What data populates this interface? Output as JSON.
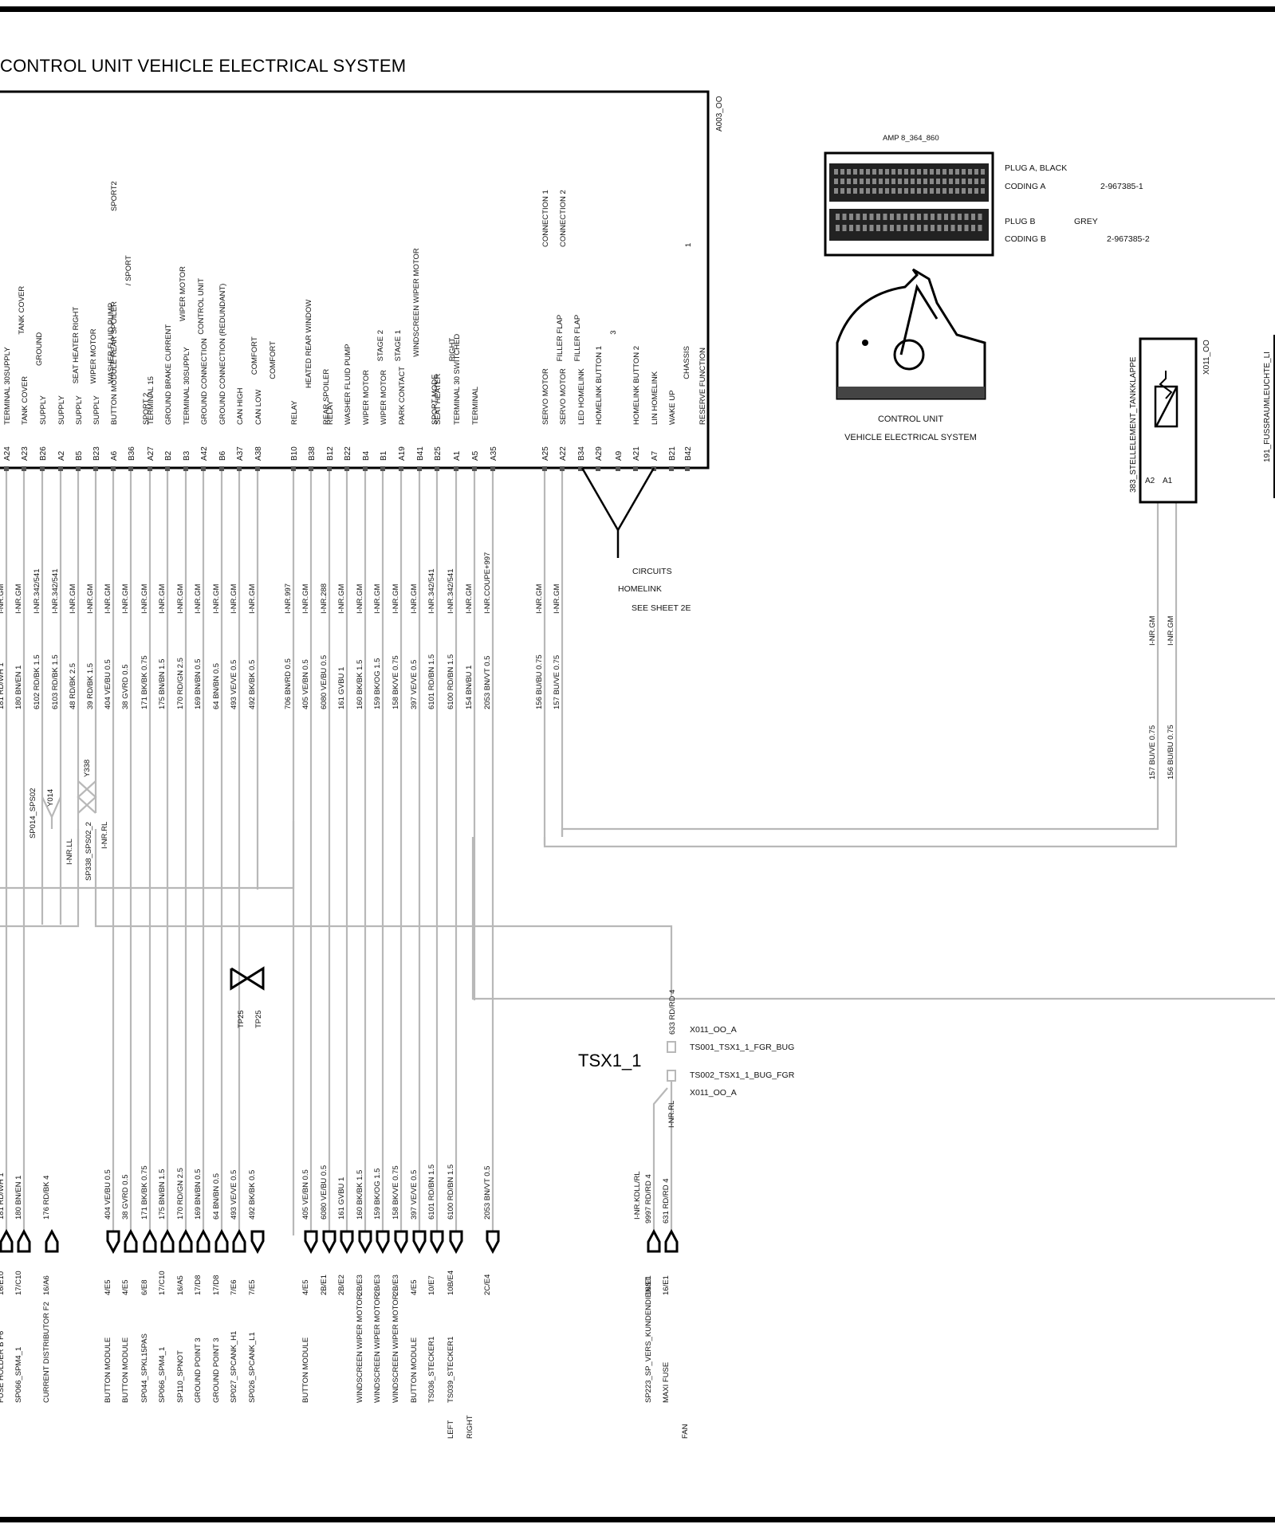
{
  "title": "CONTROL UNIT  VEHICLE ELECTRICAL SYSTEM",
  "unit_id": "A003_OO",
  "connector": {
    "part_no": "AMP 8_364_860",
    "plug_a": "PLUG A, BLACK",
    "coding_a": "CODING A",
    "coding_a_val": "2-967385-1",
    "plug_b": "PLUG B",
    "plug_b_color": "GREY",
    "coding_b": "CODING B",
    "coding_b_val": "2-967385-2"
  },
  "cu_caption_1": "CONTROL UNIT",
  "cu_caption_2": "VEHICLE ELECTRICAL SYSTEM",
  "homelink_1": "CIRCUITS",
  "homelink_2": "HOMELINK",
  "homelink_3": "SEE SHEET 2E",
  "actuator_name": "383_STELLELEMENT_TANKKLAPPE",
  "actuator_conn": "X011_OO",
  "actuator_pin_a2": "A2",
  "actuator_pin_a1": "A1",
  "footwell_lamp": "191_FUSSRAUMLEUCHTE_LI",
  "ts_block": "TSX1_1",
  "ts_lines": [
    "X011_OO_A",
    "TS001_TSX1_1_FGR_BUG",
    "TS002_TSX1_1_BUG_FGR",
    "X011_OO_A"
  ],
  "splices": {
    "sp014": "SP014_SPS02",
    "y014": "Y014",
    "y338": "Y338",
    "sp338": "SP338_SPS02_2",
    "inr_ll": "I-NR.LL",
    "inr_rl": "I-NR.RL"
  },
  "tp25": [
    "TP25",
    "TP25"
  ],
  "bottom_inr": [
    "I-NR.KDLL/RL",
    "I-NR.RL"
  ],
  "pins": [
    {
      "pin": "A24",
      "f1": "TERMINAL 30SUPPLY",
      "f2": "TANK COVER",
      "nr": "I-NR.GM",
      "wire": "181 RD/WH 1"
    },
    {
      "pin": "A23",
      "f1": "TANK COVER",
      "f2": "GROUND",
      "nr": "I-NR.GM",
      "wire": "180 BN/EN 1"
    },
    {
      "pin": "B26",
      "f1": "SUPPLY",
      "nr": "I-NR.342/541",
      "wire": "6102 RD/BK 1.5"
    },
    {
      "pin": "A2",
      "f1": "SUPPLY",
      "f2": "SEAT HEATER  RIGHT",
      "nr": "I-NR.342/541",
      "wire": "6103 RD/BK 1.5"
    },
    {
      "pin": "B5",
      "f1": "SUPPLY",
      "f2": "WIPER MOTOR",
      "nr": "I-NR.GM",
      "wire": "48 RD/BK 2.5"
    },
    {
      "pin": "B23",
      "f1": "SUPPLY",
      "f2": "WASHER FLUID PUMP",
      "nr": "I-NR.GM",
      "wire": "39 RD/BK 1.5"
    },
    {
      "pin": "A6",
      "f1": "BUTTON  MODULE  REAR SPOILER",
      "f2": "/  SPORT",
      "f3": "SPORT2",
      "nr": "I-NR.GM",
      "wire": "404 VE/BU 0.5"
    },
    {
      "pin": "B36",
      "f2": "SPORT 2",
      "nr": "I-NR.GM",
      "wire": "38 GVRD 0.5"
    },
    {
      "pin": "A27",
      "f1": "TERMINAL 15",
      "nr": "I-NR.GM",
      "wire": "171 BK/BK 0.75"
    },
    {
      "pin": "B2",
      "f1": "GROUND BRAKE CURRENT",
      "f2": "WIPER MOTOR",
      "nr": "I-NR.GM",
      "wire": "175 BN/BN 1.5"
    },
    {
      "pin": "B3",
      "f1": "TERMINAL 30SUPPLY",
      "f2": "CONTROL UNIT",
      "nr": "I-NR.GM",
      "wire": "170 RD/GN 2.5"
    },
    {
      "pin": "A42",
      "f1": "GROUND CONNECTION",
      "nr": "I-NR.GM",
      "wire": "169 BN/BN 0.5"
    },
    {
      "pin": "B6",
      "f1": "GROUND CONNECTION  (REDUNDANT)",
      "nr": "I-NR.GM",
      "wire": "64 BN/BN 0.5"
    },
    {
      "pin": "A37",
      "f1": "CAN HIGH",
      "f2": "COMFORT",
      "nr": "I-NR.GM",
      "wire": "493 VE/VE 0.5"
    },
    {
      "pin": "A38",
      "f1": "CAN LOW",
      "f2": "COMFORT",
      "nr": "I-NR.GM",
      "wire": "492 BK/BK 0.5"
    },
    {
      "pin": "B10",
      "f1": "RELAY",
      "f2": "HEATED REAR WINDOW",
      "nr": "I-NR.997",
      "wire": "706 BN/RD 0.5"
    },
    {
      "pin": "B38",
      "f2": "REAR SPOILER",
      "nr": "I-NR.GM",
      "wire": "405 VE/BN 0.5"
    },
    {
      "pin": "B12",
      "f1": "RELAY",
      "nr": "I-NR.288",
      "wire": "6080 VE/BU 0.5"
    },
    {
      "pin": "B22",
      "f1": "WASHER FLUID PUMP",
      "nr": "I-NR.GM",
      "wire": "161 GVBU 1"
    },
    {
      "pin": "B4",
      "f1": "WIPER MOTOR",
      "f2": "STAGE 2",
      "nr": "I-NR.GM",
      "wire": "160 BK/BK 1.5"
    },
    {
      "pin": "B1",
      "f1": "WIPER MOTOR",
      "f2": "STAGE 1",
      "nr": "I-NR.GM",
      "wire": "159 BK/OG 1.5"
    },
    {
      "pin": "A19",
      "f1": "PARK CONTACT",
      "f2": "WINDSCREEN WIPER MOTOR",
      "nr": "I-NR.GM",
      "wire": "158 BK/VE 0.75"
    },
    {
      "pin": "B41",
      "f2": "SPORT MODE",
      "nr": "I-NR.GM",
      "wire": "397 VE/VE 0.5"
    },
    {
      "pin": "B25",
      "f1": "SEAT HEATER",
      "f2": "RIGHT",
      "nr": "I-NR.342/541",
      "wire": "6101 RD/BN 1.5"
    },
    {
      "pin": "A1",
      "f1": "TERMINAL 30 SWITCHED",
      "nr": "I-NR.342/541",
      "wire": "6100 RD/BN 1.5"
    },
    {
      "pin": "A5",
      "f1": "TERMINAL",
      "nr": "I-NR.GM",
      "wire": "154 BN/BU 1"
    },
    {
      "pin": "A35",
      "nr": "I-NR.COUPE+997",
      "wire": "2053 BN/VT 0.5"
    },
    {
      "pin": "A25",
      "f1": "SERVO MOTOR",
      "f2": "FILLER FLAP",
      "f3": "CONNECTION  1",
      "nr": "I-NR.GM",
      "wire": "156 BU/BU 0.75"
    },
    {
      "pin": "A22",
      "f1": "SERVO MOTOR",
      "f2": "FILLER FLAP",
      "f3": "CONNECTION  2",
      "nr": "I-NR.GM",
      "wire": "157 BU/VE 0.75"
    },
    {
      "pin": "B34",
      "f1": "LED   HOMELINK"
    },
    {
      "pin": "A29",
      "f1": "HOMELINK BUTTON 1",
      "f2": "3"
    },
    {
      "pin": "A9"
    },
    {
      "pin": "A21",
      "f1": "HOMELINK BUTTON 2"
    },
    {
      "pin": "A7",
      "f1": "LIN   HOMELINK"
    },
    {
      "pin": "B21",
      "f1": "WAKE UP",
      "f2": "CHASSIS"
    },
    {
      "pin": "B42",
      "f2": "RESERVE FUNCTION",
      "f3": "1"
    }
  ],
  "actuator_wires": [
    {
      "nr": "I-NR.GM",
      "wire": "157 BU/VE 0.75"
    },
    {
      "nr": "I-NR.GM",
      "wire": "156 BU/BU 0.75"
    }
  ],
  "ts_wire": "633 RD/RD 4",
  "bottom": [
    {
      "wire": "181 RD/WH 1",
      "coord": "16/E10",
      "d1": "FUSE HOLDER B   F6"
    },
    {
      "wire": "180 BN/EN 1",
      "coord": "17/C10",
      "d1": "SP066_SPM4_1"
    },
    {
      "wire": "176 RD/BK 4",
      "coord": "16/A6",
      "d1": "CURRENT DISTRIBUTOR F2"
    },
    {
      "wire": "404 VE/BU 0.5",
      "coord": "4/E5",
      "d1": "BUTTON MODULE"
    },
    {
      "wire": "38 GVRD 0.5",
      "coord": "4/E5",
      "d1": "BUTTON MODULE"
    },
    {
      "wire": "171 BK/BK 0.75",
      "coord": "6/E8",
      "d1": "SP044_SPKL15PAS"
    },
    {
      "wire": "175 BN/BN 1.5",
      "coord": "17/C10",
      "d1": "SP066_SPM4_1"
    },
    {
      "wire": "170 RD/GN 2.5",
      "coord": "16/A5",
      "d1": "SP110_SPNOT"
    },
    {
      "wire": "169 BN/BN 0.5",
      "coord": "17/D8",
      "d1": "GROUND POINT 3"
    },
    {
      "wire": "64 BN/BN 0.5",
      "coord": "17/D8",
      "d1": "GROUND POINT 3"
    },
    {
      "wire": "493 VE/VE 0.5",
      "coord": "7/E6",
      "d1": "SP027_SPCANK_H1"
    },
    {
      "wire": "492 BK/BK 0.5",
      "coord": "7/E5",
      "d1": "SP026_SPCANK_L1"
    },
    {
      "wire": "405 VE/BN 0.5",
      "coord": "4/E5",
      "d1": "BUTTON  MODULE"
    },
    {
      "wire": "6080 VE/BU 0.5",
      "coord": "2B/E1"
    },
    {
      "wire": "161 GVBU 1",
      "coord": "2B/E2"
    },
    {
      "wire": "160 BK/BK 1.5",
      "coord": "2B/E3",
      "d1": "WINDSCREEN WIPER MOTOR"
    },
    {
      "wire": "159 BK/OG 1.5",
      "coord": "2B/E3",
      "d1": "WINDSCREEN WIPER MOTOR"
    },
    {
      "wire": "158 BK/VE 0.75",
      "coord": "2B/E3",
      "d1": "WINDSCREEN WIPER MOTOR"
    },
    {
      "wire": "397 VE/VE 0.5",
      "coord": "4/E5",
      "d1": "BUTTON  MODULE"
    },
    {
      "wire": "6101 RD/BN 1.5",
      "coord": "10/E7",
      "d1": "TS036_STECKER1",
      "d2": "LEFT"
    },
    {
      "wire": "6100 RD/BN 1.5",
      "coord": "10B/E4",
      "d1": "TS039_STECKER1",
      "d2": "RIGHT"
    },
    {
      "wire": "2053 BN/VT 0.5",
      "coord": "2C/E4"
    },
    {
      "wire": "9997 RD/RD 4",
      "coord": "16/E1",
      "d1": "SP223_SP_VERS_KUNDENDIENST"
    },
    {
      "wire": "631 RD/RD 4",
      "coord": "16/E1",
      "d1": "MAXI FUSE",
      "d2": "FAN"
    }
  ]
}
